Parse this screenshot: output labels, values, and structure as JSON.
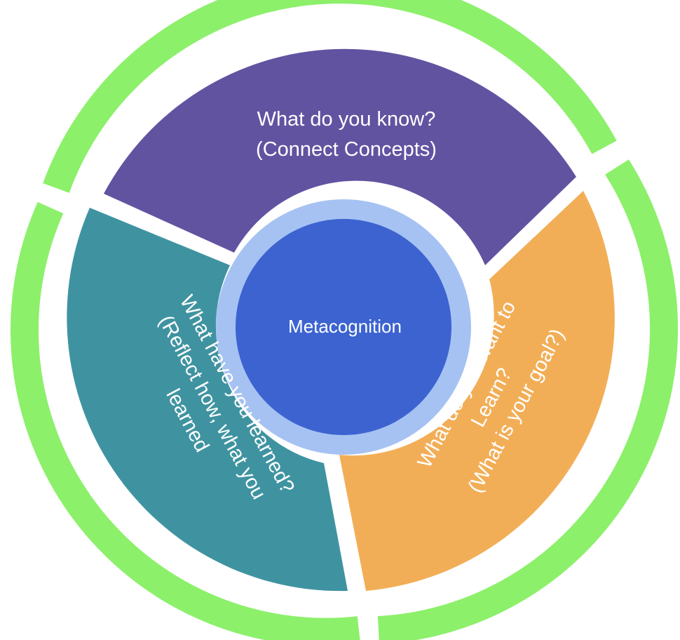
{
  "colors": {
    "outer_ring": "#8cf06a",
    "segment_top": "#6253a1",
    "segment_right": "#f2ae57",
    "segment_left": "#3f93a1",
    "inner_ring": "#a6c2f2",
    "center": "#3c63d0"
  },
  "center": {
    "label": "Metacognition"
  },
  "segments": {
    "top": {
      "line1": "What do you know?",
      "line2": "(Connect Concepts)"
    },
    "right": {
      "line1": "What do you want to",
      "line2": "Learn?",
      "line3": "(What is your goal?)"
    },
    "left": {
      "line1": "What have you learned?",
      "line2": "(Reflect how, what you",
      "line3": "learned"
    }
  }
}
